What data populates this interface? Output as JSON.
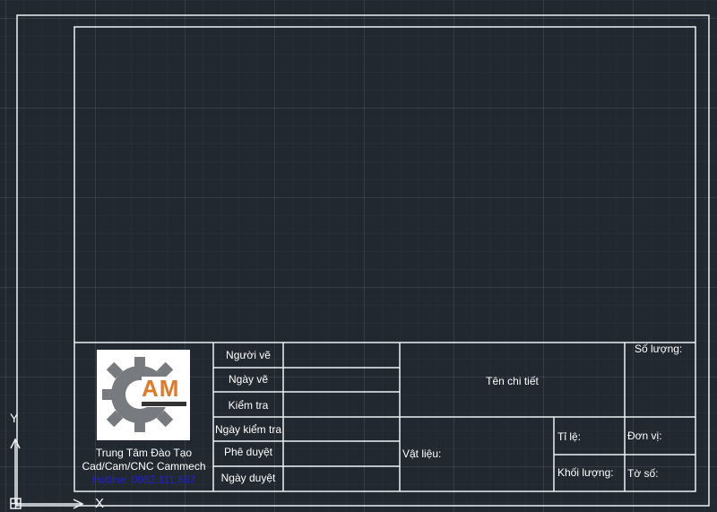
{
  "title_block": {
    "rows_left": [
      "Người vẽ",
      "Ngày vẽ",
      "Kiểm tra",
      "Ngày kiểm tra",
      "Phê duyệt",
      "Ngày duyệt"
    ],
    "part_name": "Tên chi tiết",
    "quantity": "Số lượng:",
    "material": "Vật liệu:",
    "scale": "Tỉ lệ:",
    "unit": "Đơn vị:",
    "weight": "Khối lượng:",
    "sheet_no": "Tờ số:"
  },
  "company": {
    "logo_text": "AM",
    "line1": "Trung Tâm Đào Tạo",
    "line2": "Cad/Cam/CNC Cammech",
    "hotline": "Hotline: 0962.111.667",
    "hotline_color": "#2222cc"
  },
  "ucs": {
    "y_label": "Y",
    "x_label": "X"
  },
  "colors": {
    "background": "#212830",
    "lines": "#eef1f4",
    "logo_orange": "#e07a2b"
  }
}
